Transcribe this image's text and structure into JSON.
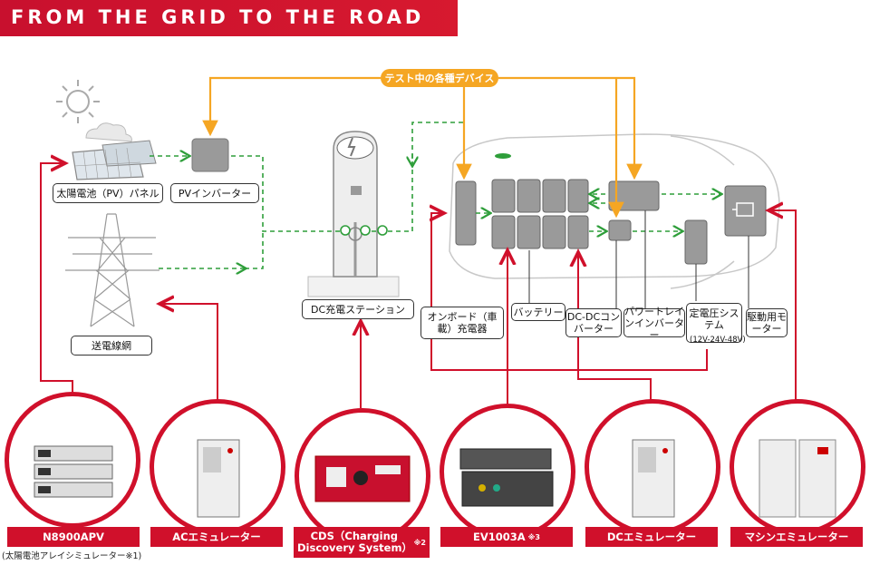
{
  "banner": {
    "title": "FROM THE GRID TO THE ROAD"
  },
  "dut_tag": "テスト中の各種デバイス",
  "labels": {
    "pv_panel": "太陽電池（PV）パネル",
    "pv_inverter": "PVインバーター",
    "grid": "送電線網",
    "dc_station": "DC充電ステーション",
    "onboard_charger": "オンボード（車載）充電器",
    "battery": "バッテリー",
    "dcdc_converter": "DC-DCコンバーター",
    "powertrain_inverter": "パワートレインインバーター",
    "low_voltage_system": "定電圧システム",
    "low_voltage_range": "(12V-24V-48V)",
    "drive_motor": "駆動用モーター"
  },
  "products": [
    {
      "name": "N8900APV",
      "note": "※1"
    },
    {
      "name": "ACエミュレーター",
      "note": ""
    },
    {
      "name": "CDS（Charging Discovery System）",
      "note": "※2"
    },
    {
      "name": "EV1003A",
      "note": "※3"
    },
    {
      "name": "DCエミュレーター",
      "note": ""
    },
    {
      "name": "マシンエミュレーター",
      "note": ""
    }
  ],
  "footnote": "(太陽電池アレイシミュレーター※1)",
  "colors": {
    "brand_red": "#d0102b",
    "orange": "#f5a623",
    "green": "#2e9e3a",
    "gray_box": "#9a9a9a"
  }
}
